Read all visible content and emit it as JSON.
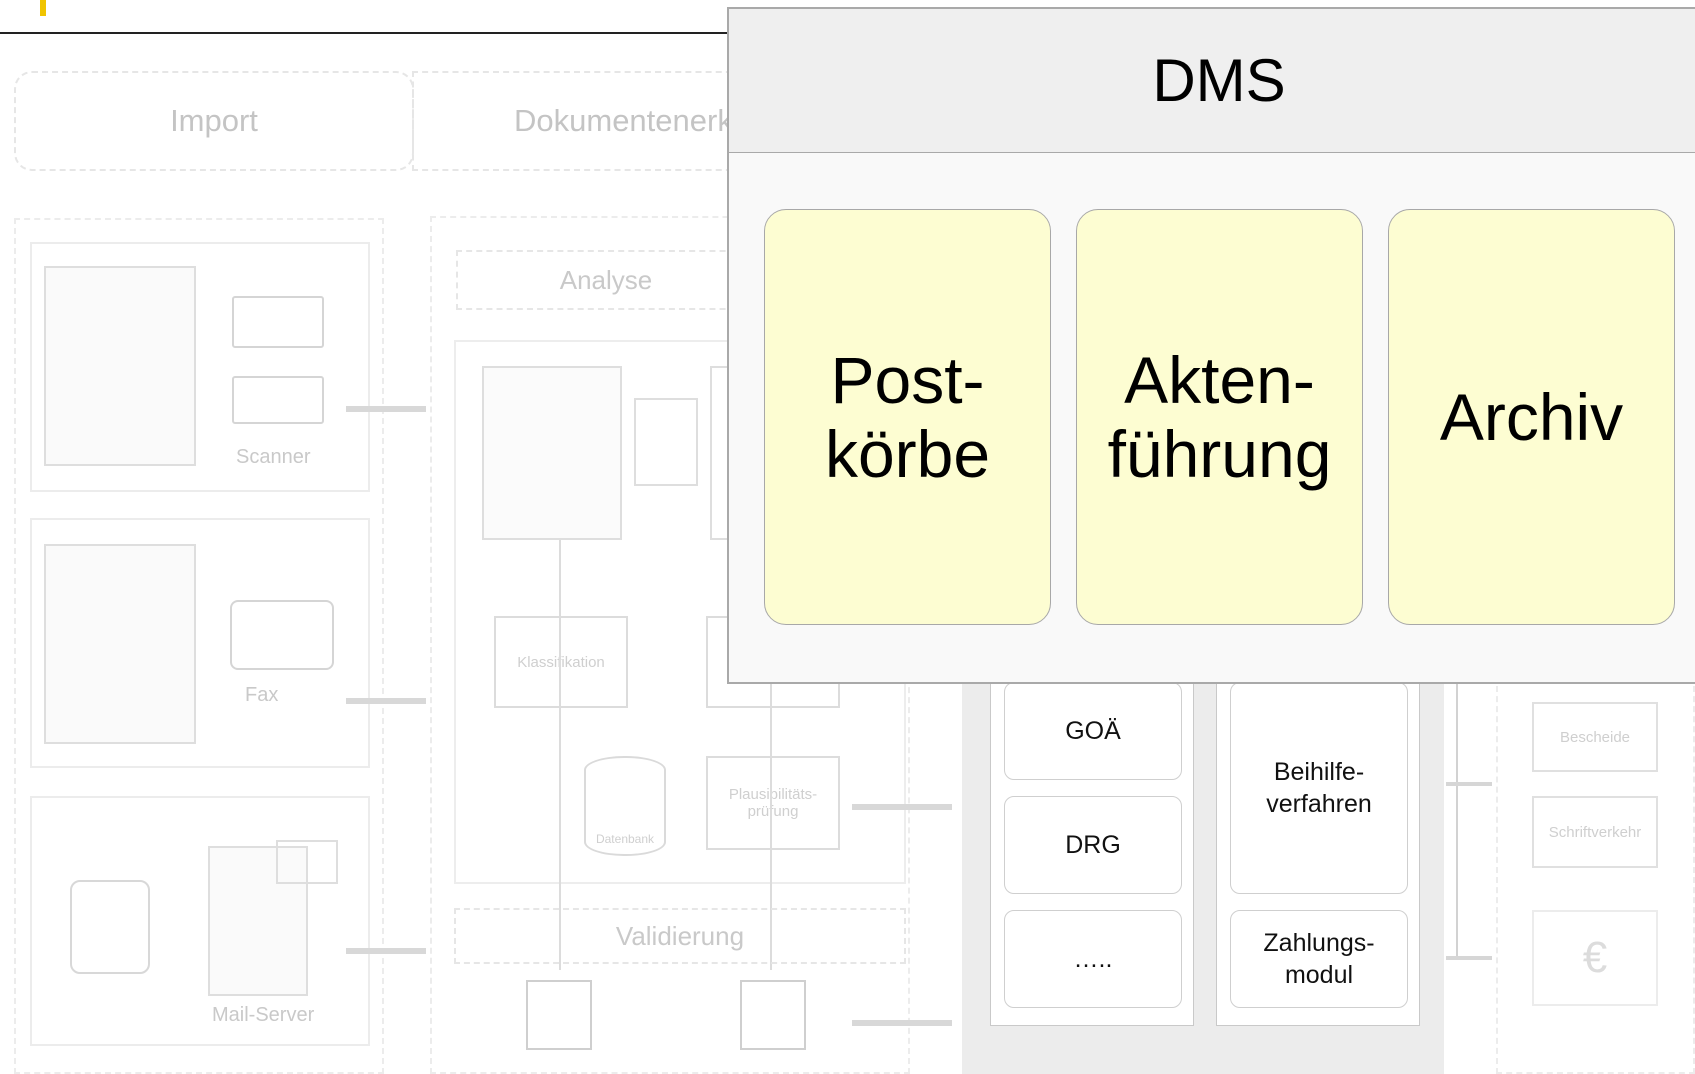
{
  "background_diagram": {
    "stages": [
      "Import",
      "Dokumentenerk"
    ],
    "import_sources": {
      "scanner_label": "Scanner",
      "fax_label": "Fax",
      "mail_label": "Mail-Server"
    },
    "analysis": {
      "analyse_label": "Analyse",
      "klassifikation_label": "Klassifikation",
      "plausibilitaet_label": "Plausibilitäts-\nprüfung",
      "datenbank_label": "Datenbank",
      "validierung_label": "Validierung"
    },
    "modules": {
      "goa": "GOÄ",
      "drg": "DRG",
      "more": "…..",
      "beihilfe": "Beihilfe-\nverfahren",
      "zahlung": "Zahlungs-\nmodul"
    },
    "outputs": {
      "bescheide": "Bescheide",
      "schriftverkehr": "Schriftverkehr",
      "euro": "€"
    }
  },
  "dms": {
    "title": "DMS",
    "cards": [
      {
        "label": "Post-\nkörbe"
      },
      {
        "label": "Akten-\nführung"
      },
      {
        "label": "Archiv"
      }
    ]
  },
  "colors": {
    "card_fill": "#fdfdd2",
    "header_fill": "#efefef",
    "accent_yellow": "#f0c400"
  }
}
